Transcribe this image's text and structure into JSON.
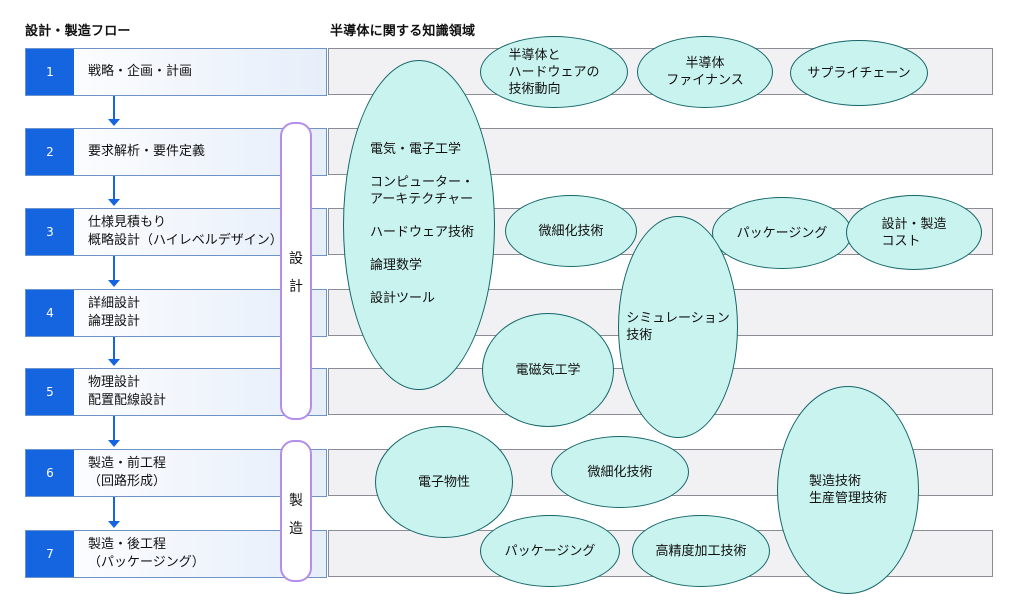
{
  "headers": {
    "left": "設計・製造フロー",
    "right": "半導体に関する知識領域"
  },
  "steps": [
    {
      "num": "1",
      "label": "戦略・企画・計画"
    },
    {
      "num": "2",
      "label": "要求解析・要件定義"
    },
    {
      "num": "3",
      "label": "仕様見積もり\n概略設計（ハイレベルデザイン）"
    },
    {
      "num": "4",
      "label": "詳細設計\n論理設計"
    },
    {
      "num": "5",
      "label": "物理設計\n配置配線設計"
    },
    {
      "num": "6",
      "label": "製造・前工程\n（回路形成）"
    },
    {
      "num": "7",
      "label": "製造・後工程\n（パッケージング）"
    }
  ],
  "brackets": {
    "design": [
      "設",
      "計"
    ],
    "manufacturing": [
      "製",
      "造"
    ]
  },
  "knowledge": {
    "trend": "半導体と\nハードウェアの\n技術動向",
    "finance": "半導体\nファイナンス",
    "supply_chain": "サプライチェーン",
    "fundamentals": [
      "電気・電子工学",
      "コンピューター・\nアーキテクチャー",
      "ハードウェア技術",
      "論理数学",
      "設計ツール"
    ],
    "microfab_design": "微細化技術",
    "packaging_design": "パッケージング",
    "design_mfg_cost": "設計・製造\nコスト",
    "simulation": "シミュレーション\n技術",
    "em": "電磁気工学",
    "electronic_props": "電子物性",
    "microfab_mfg": "微細化技術",
    "mfg_tech": "製造技術\n生産管理技術",
    "packaging_mfg": "パッケージング",
    "precision": "高精度加工技術"
  },
  "colors": {
    "step_number_bg": "#1565e0",
    "ellipse_fill": "#c9f3ee",
    "ellipse_border": "#15666a",
    "bracket_border": "#b48ee8"
  }
}
